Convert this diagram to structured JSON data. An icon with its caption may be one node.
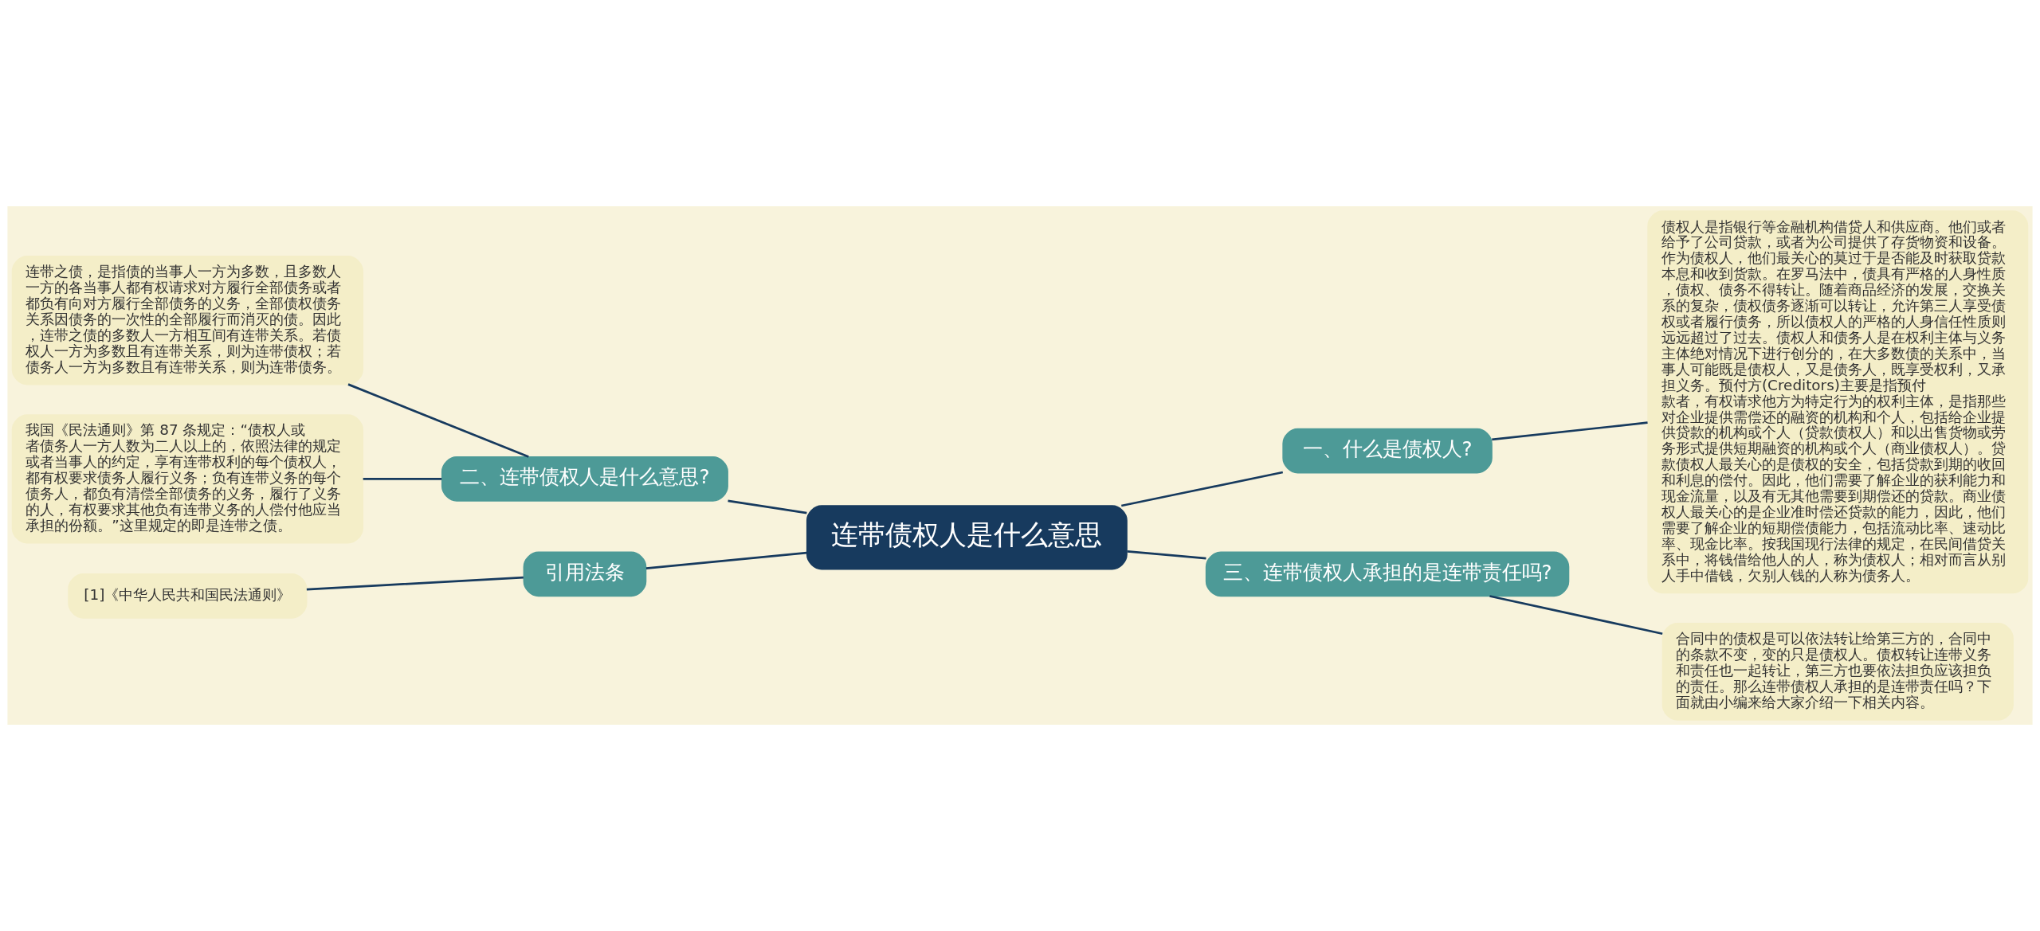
{
  "diagram": {
    "nodes": [
      {
        "text": [
          "连带债权人是什么意思"
        ]
      },
      {
        "text": [
          "一、什么是债权人?"
        ]
      },
      {
        "text": [
          "债权人是指银行等金融机构借贷人和供应商。他们或者给予了公司贷款，或者为公司提供了存货物资和设备。作为债权人，他们最关心的莫过于是否能及时获取贷款本息和收到货款。在罗马法中，债具有严格的人身性质，债权、债务不得转让。随着商品经济的发展，交换关系的复杂，债权债务逐渐可以转让，允许第三人享受债权或者履行债务，所以债权人的严格的人身信任性质则远远超过了过去。债权人和债务人是在权利主体与义务主体绝对情况下进行创分的，在大多数债的关系中，当事人可能既是债权人，又是债务人，既享受权利，又承担义务。预付方(Creditors)主要是指预付款者，有权请求他方为特定行为的权利主体，是指那些对企业提供需偿还的融资的机构和个人，包括给企业提供贷款的机构或个人（贷款债权人）和以出售货物或劳务形式提供短期融资的机构或个人（商业债权人）。贷款债权人最关心的是债权的安全，包括贷款到期的收回和利息的偿付。因此，他们需要了解企业的获利能力和现金流量，以及有无其他需要到期偿还的贷款。商业债权人最关心的是企业准时偿还贷款的能力，因此，他们需要了解企业的短期偿债能力，包括流动比率、速动比率、现金比率。按我国现行法律的规定，在民间借贷关系中，将钱借给他人的人，称为债权人；相对而言从别人手中借钱，欠别人钱的人称为债务人。"
        ]
      },
      {
        "text": [
          "二、连带债权人是什么意思?"
        ]
      },
      {
        "text": [
          "连带之债，是指债的当事人一方为多数，且多数人一方的各当事人都有权请求对方履行全部债务或者都负有向对方履行全部债务的义务，全部债权债务关系因债务的一次性的全部履行而消灭的债。因此，连带之债的多数人一方相互间有连带关系。若债权人一方为多数且有连带关系，则为连带债权；若债务人一方为多数且有连带关系，则为连带债务。"
        ]
      },
      {
        "text": [
          "我国《民法通则》第 87 条规定：“债权人或者债务人一方人数为二人以上的，依照法律的规定或者当事人的约定，享有连带权利的每个债权人，都有权要求债务人履行义务；负有连带义务的每个债务人，都负有清偿全部债务的义务，履行了义务的人，有权要求其他负有连带义务的人偿付他应当承担的份额。”这里规定的即是连带之债。"
        ]
      },
      {
        "text": [
          "三、连带债权人承担的是连带责任吗?"
        ]
      },
      {
        "text": [
          "合同中的债权是可以依法转让给第三方的，合同中的条款不变，变的只是债权人。债权转让连带义务和责任也一起转让，第三方也要依法担负应该担负的责任。那么连带债权人承担的是连带责任吗？下面就由小编来给大家介绍一下相关内容。"
        ]
      },
      {
        "text": [
          "引用法条"
        ]
      },
      {
        "text": [
          "[1]《中华人民共和国民法通则》"
        ]
      }
    ],
    "edges": [
      {
        "from": 0,
        "to": 1,
        "arrow": "none"
      },
      {
        "from": 1,
        "to": 2,
        "arrow": "none"
      },
      {
        "from": 0,
        "to": 3,
        "arrow": "none"
      },
      {
        "from": 3,
        "to": 4,
        "arrow": "none"
      },
      {
        "from": 3,
        "to": 5,
        "arrow": "none"
      },
      {
        "from": 0,
        "to": 6,
        "arrow": "none"
      },
      {
        "from": 6,
        "to": 7,
        "arrow": "none"
      },
      {
        "from": 0,
        "to": 8,
        "arrow": "none"
      },
      {
        "from": 8,
        "to": 9,
        "arrow": "none"
      }
    ]
  }
}
